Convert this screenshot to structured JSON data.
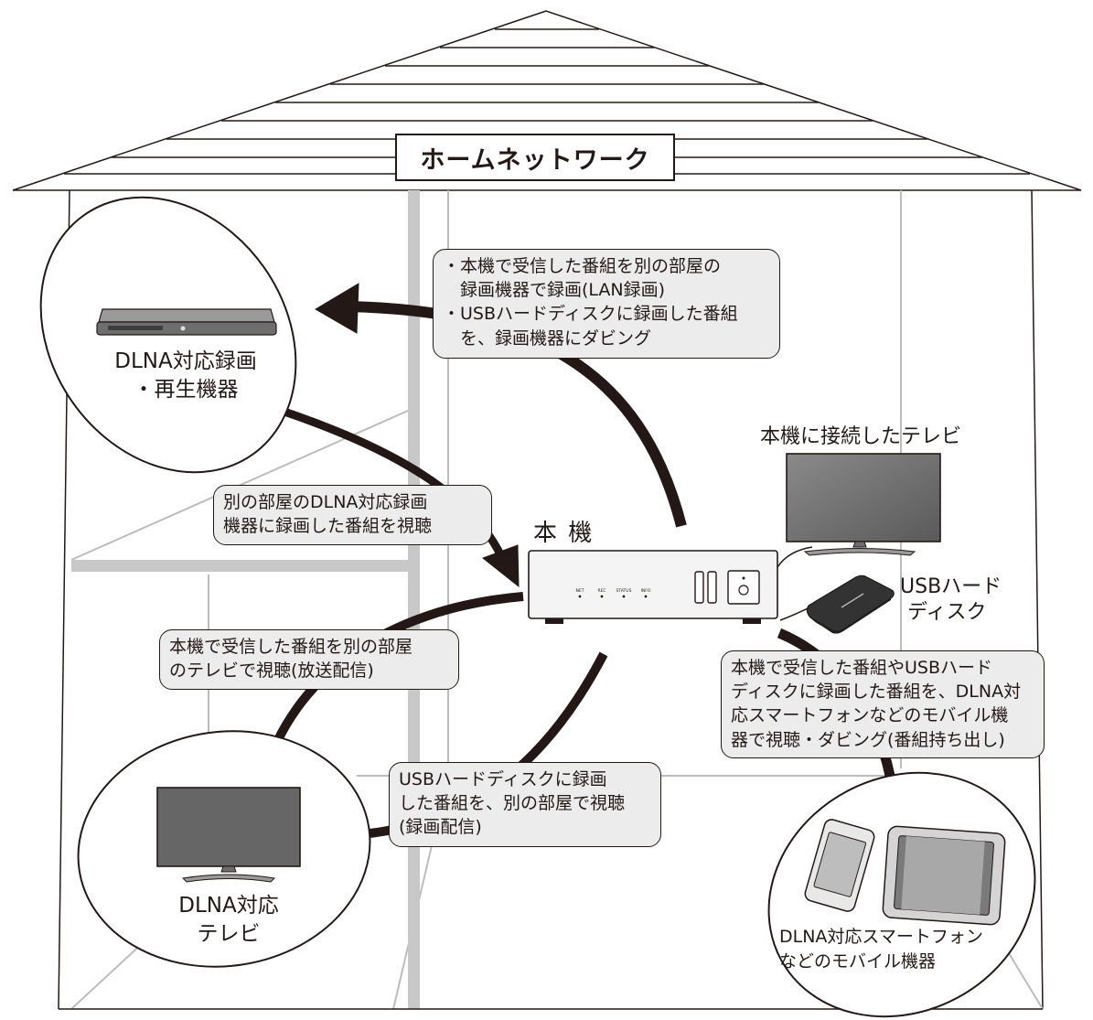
{
  "title": "ホームネットワーク",
  "main_unit": {
    "label": "本 機"
  },
  "devices": {
    "recorder": {
      "label_lines": [
        "DLNA対応録画",
        "・再生機器"
      ]
    },
    "connected_tv": {
      "label": "本機に接続したテレビ"
    },
    "usb_hdd": {
      "label_lines": [
        "USBハード",
        "ディスク"
      ]
    },
    "dlna_tv": {
      "label_lines": [
        "DLNA対応",
        "テレビ"
      ]
    },
    "mobile": {
      "label_lines": [
        "DLNA対応スマートフォン",
        "などのモバイル機器"
      ]
    }
  },
  "callouts": {
    "lan_recording": {
      "lines": [
        "・本機で受信した番組を別の部屋の",
        "　録画機器で録画(LAN録画)",
        "・USBハードディスクに録画した番組",
        "　を、録画機器にダビング"
      ]
    },
    "view_other_room": {
      "lines": [
        "別の部屋のDLNA対応録画",
        "機器に録画した番組を視聴"
      ]
    },
    "broadcast_delivery": {
      "lines": [
        "本機で受信した番組を別の部屋",
        "のテレビで視聴(放送配信)"
      ]
    },
    "recording_delivery": {
      "lines": [
        "USBハードディスクに録画",
        "した番組を、別の部屋で視聴",
        "(録画配信)"
      ]
    },
    "mobile_takeout": {
      "lines": [
        "本機で受信した番組やUSBハード",
        "ディスクに録画した番組を、DLNA対",
        "応スマートフォンなどのモバイル機",
        "器で視聴・ダビング(番組持ち出し)"
      ]
    }
  },
  "unit_leds": [
    "NET",
    "REC",
    "STATUS",
    "INFO"
  ],
  "colors": {
    "ink": "#231815",
    "callout_fill": "#ececec",
    "wall_gray": "#bcbcbc"
  }
}
